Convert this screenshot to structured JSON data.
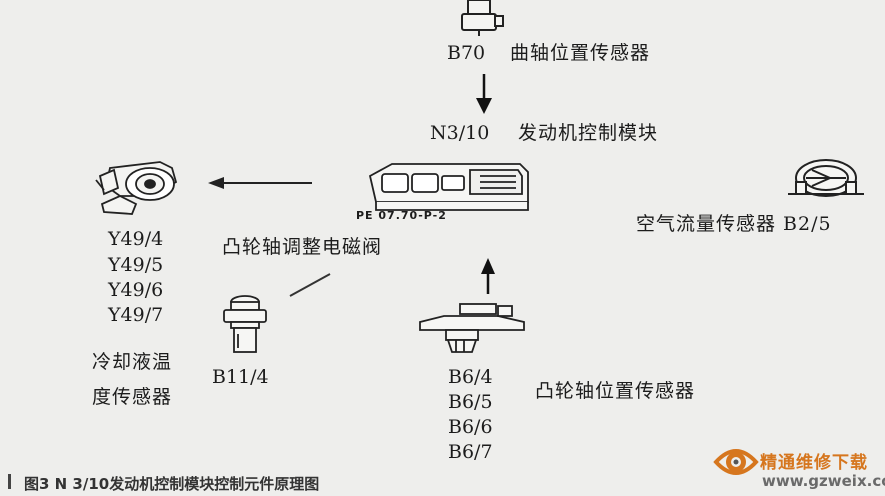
{
  "crank_sensor": {
    "code": "B70",
    "name": "曲轴位置传感器"
  },
  "ecu": {
    "code": "N3/10",
    "name": "发动机控制模块",
    "plate": "PE 07.70-P-2"
  },
  "solenoid": {
    "codes": [
      "Y49/4",
      "Y49/5",
      "Y49/6",
      "Y49/7"
    ],
    "name": "凸轮轴调整电磁阀"
  },
  "air_flow": {
    "label": "空气流量传感器 B2/5"
  },
  "coolant": {
    "name_line1": "冷却液温",
    "name_line2": "度传感器",
    "code": "B11/4"
  },
  "cam_sensor": {
    "codes": [
      "B6/4",
      "B6/5",
      "B6/6",
      "B6/7"
    ],
    "name": "凸轮轴位置传感器"
  },
  "caption": "图3  N 3/10发动机控制模块控制元件原理图",
  "watermark": {
    "name": "精通维修下载",
    "url": "www.gzweix.com"
  }
}
